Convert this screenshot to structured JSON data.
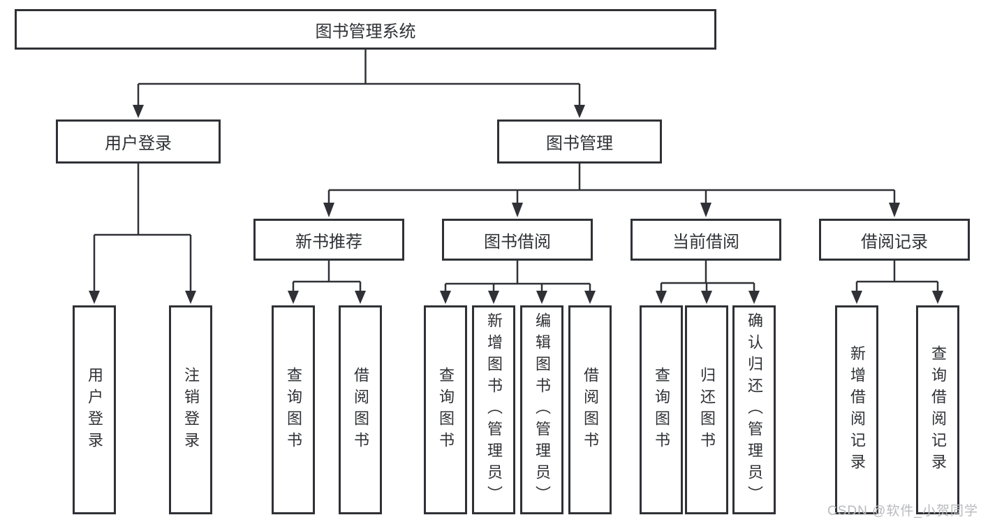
{
  "tree": {
    "root": {
      "label": "图书管理系统"
    },
    "branches": [
      {
        "label": "用户登录",
        "children": [
          {
            "label": "用户登录"
          },
          {
            "label": "注销登录"
          }
        ]
      },
      {
        "label": "图书管理",
        "sections": [
          {
            "label": "新书推荐",
            "children": [
              {
                "label": "查询图书"
              },
              {
                "label": "借阅图书"
              }
            ]
          },
          {
            "label": "图书借阅",
            "children": [
              {
                "label": "查询图书"
              },
              {
                "label": "新增图书（管理员）"
              },
              {
                "label": "编辑图书（管理员）"
              },
              {
                "label": "借阅图书"
              }
            ]
          },
          {
            "label": "当前借阅",
            "children": [
              {
                "label": "查询图书"
              },
              {
                "label": "归还图书"
              },
              {
                "label": "确认归还（管理员）"
              }
            ]
          },
          {
            "label": "借阅记录",
            "children": [
              {
                "label": "新增借阅记录"
              },
              {
                "label": "查询借阅记录"
              }
            ]
          }
        ]
      }
    ]
  },
  "watermark": "CSDN @软件_小贺同学",
  "colors": {
    "line": "#2f3136",
    "text": "#2f3136",
    "watermark": "#b9babe",
    "background": "#ffffff"
  }
}
